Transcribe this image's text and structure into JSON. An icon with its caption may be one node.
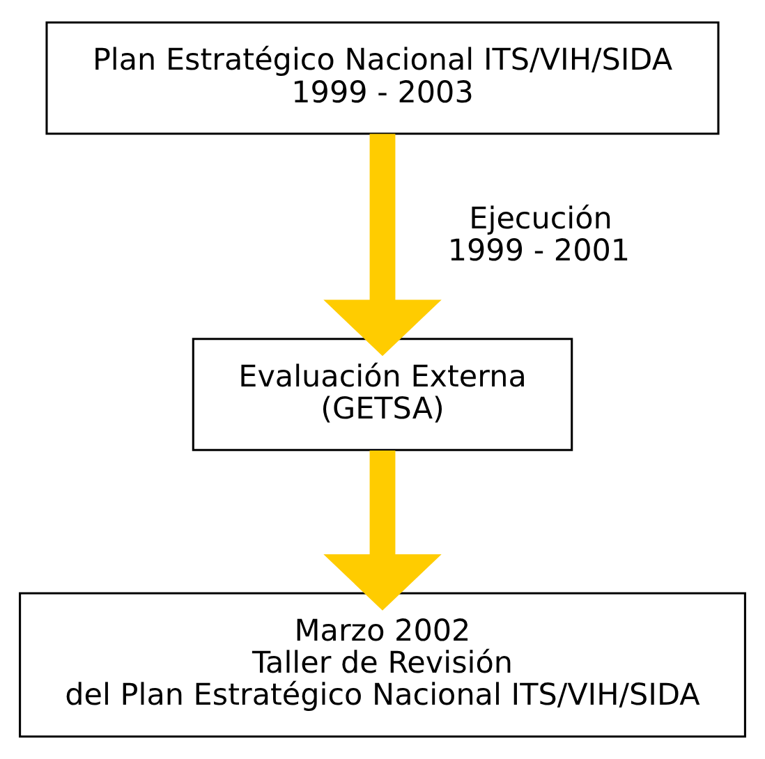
{
  "diagram": {
    "nodes": [
      {
        "text": [
          "Plan Estratégico Nacional ITS/VIH/SIDA 1999 - 2003"
        ]
      },
      {
        "text": [
          "Evaluación Externa (GETSA)"
        ]
      },
      {
        "text": [
          "Marzo 2002 Taller de Revisión del Plan Estratégico Nacional ITS/VIH/SIDA"
        ]
      }
    ],
    "edges": [
      {
        "from": 0,
        "to": 1,
        "arrow": "to",
        "label": "Ejecución 1999 - 2001",
        "color": "#ffcc00"
      },
      {
        "from": 1,
        "to": 2,
        "arrow": "to",
        "color": "#ffcc00"
      }
    ]
  }
}
